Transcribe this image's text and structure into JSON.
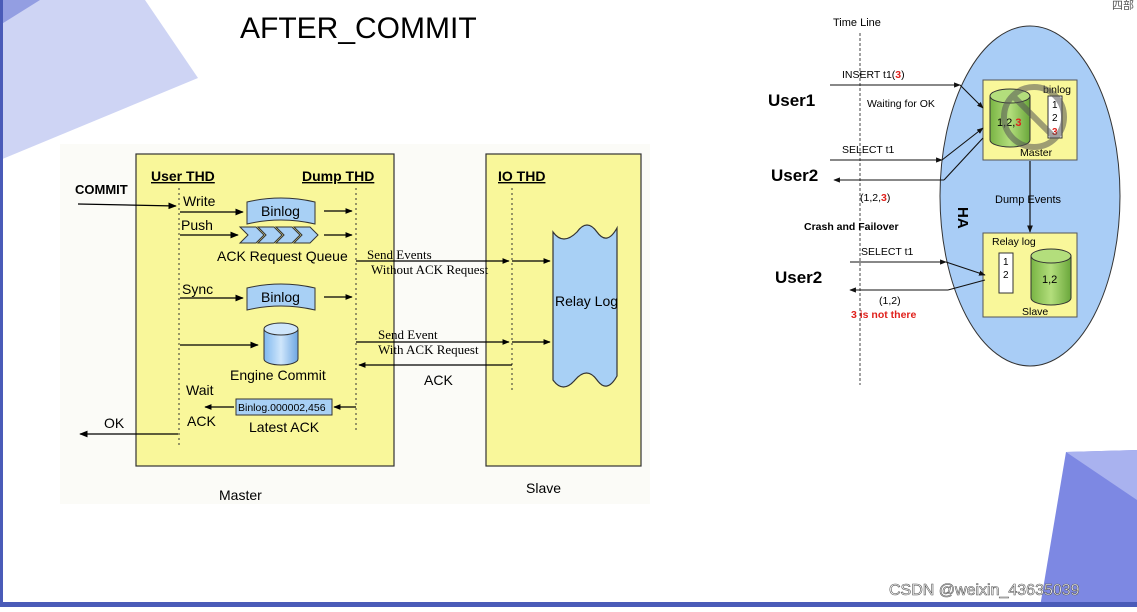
{
  "slide": {
    "title": "AFTER_COMMIT",
    "watermark": "CSDN @weixin_43635039",
    "corner_text": "四部",
    "colors": {
      "yellow_box": "#f9f79a",
      "blue_accent": "#7f8ee6",
      "light_blue": "#a8d0f5",
      "ha_ellipse": "#a9cdf6",
      "green_db": "#8ec25a",
      "red": "#e0211c"
    }
  },
  "left_diagram": {
    "commit_label": "COMMIT",
    "ok_label": "OK",
    "master_caption": "Master",
    "slave_caption": "Slave",
    "user_thd": "User THD",
    "dump_thd": "Dump THD",
    "io_thd": "IO THD",
    "write": "Write",
    "push": "Push",
    "binlog1": "Binlog",
    "ack_queue": "ACK Request Queue",
    "sync": "Sync",
    "binlog2": "Binlog",
    "engine_commit": "Engine Commit",
    "wait": "Wait",
    "ack_user": "ACK",
    "latest_ack_value": "Binlog.000002,456",
    "latest_ack": "Latest ACK",
    "send_events_1": "Send Events",
    "send_events_2": "Without ACK Request",
    "send_event_1": "Send Event",
    "send_event_2": "With ACK Request",
    "ack_return": "ACK",
    "relay_log": "Relay Log"
  },
  "right_diagram": {
    "time_line": "Time Line",
    "user1": "User1",
    "user2a": "User2",
    "user2b": "User2",
    "insert_prefix": "INSERT t1(",
    "insert_num": "3",
    "insert_suffix": ")",
    "waiting": "Waiting for OK",
    "select1": "SELECT t1",
    "result1_prefix": "(1,2,",
    "result1_num": "3",
    "result1_suffix": ")",
    "crash": "Crash and Failover",
    "select2": "SELECT t1",
    "result2": "(1,2)",
    "not_there": "3 is not there",
    "ha": "HA",
    "master_box": {
      "binlog": "binlog",
      "db_prefix": "1,2,",
      "db_num": "3",
      "rows": [
        "1",
        "2",
        "3"
      ],
      "label": "Master"
    },
    "dump_events": "Dump Events",
    "slave_box": {
      "relay_log": "Relay log",
      "rows": [
        "1",
        "2"
      ],
      "db": "1,2",
      "label": "Slave"
    }
  }
}
